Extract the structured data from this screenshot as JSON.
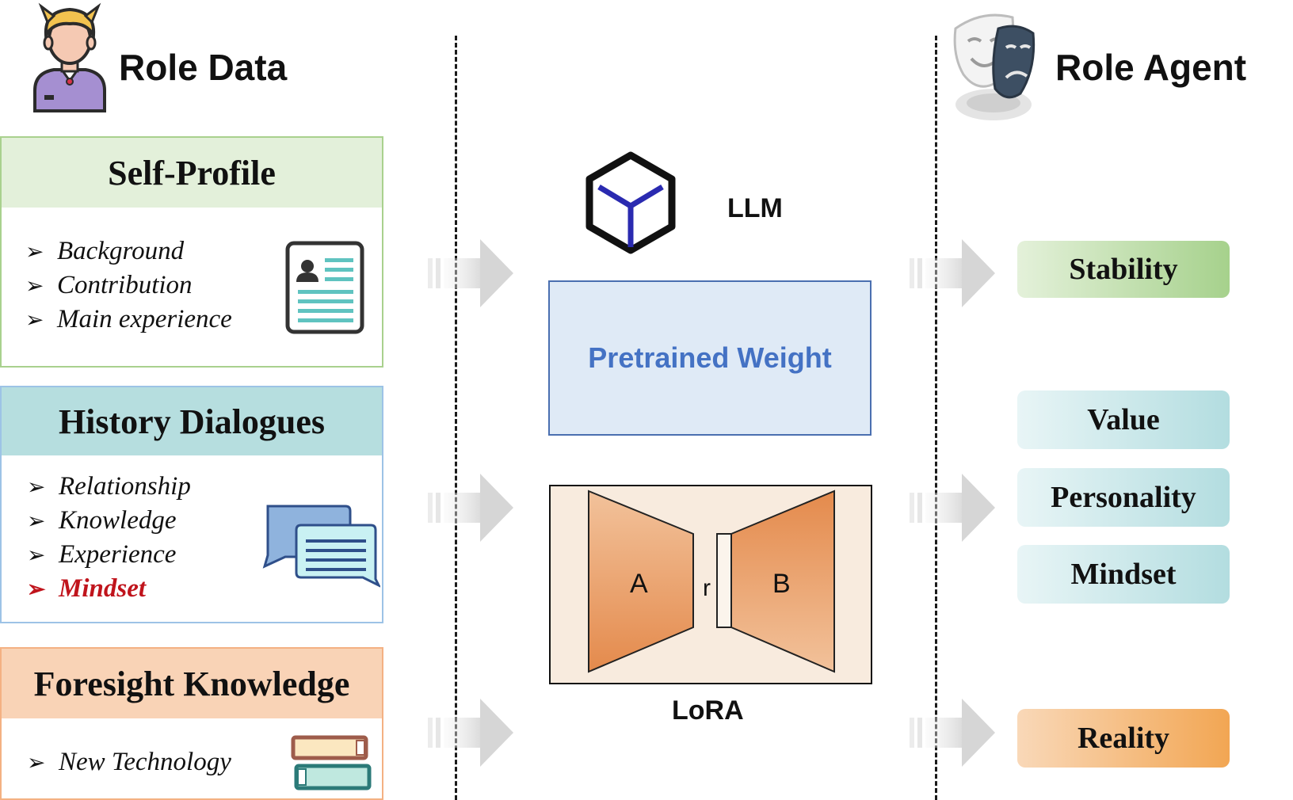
{
  "role_data": {
    "title": "Role Data",
    "self_profile": {
      "title": "Self-Profile",
      "items": [
        "Background",
        "Contribution",
        "Main experience"
      ]
    },
    "history_dialogues": {
      "title": "History Dialogues",
      "items": [
        "Relationship",
        "Knowledge",
        "Experience"
      ],
      "highlight_item": "Mindset"
    },
    "foresight_knowledge": {
      "title": "Foresight Knowledge",
      "items": [
        "New Technology"
      ]
    }
  },
  "model": {
    "llm_label": "LLM",
    "pretrained_label": "Pretrained Weight",
    "lora_label": "LoRA",
    "lora_a": "A",
    "lora_r": "r",
    "lora_b": "B"
  },
  "role_agent": {
    "title": "Role Agent",
    "attributes": [
      "Stability",
      "Value",
      "Personality",
      "Mindset",
      "Reality"
    ]
  },
  "colors": {
    "self_profile_head": "#e3f0da",
    "self_profile_border": "#a9d18e",
    "history_head": "#b6dedf",
    "history_border": "#9dc3e6",
    "foresight_head": "#f9d3b6",
    "foresight_border": "#f4b183",
    "pretrained_fill": "#dfeaf6",
    "pretrained_border": "#4a6fb0",
    "pretrained_text": "#4472c4",
    "lora_bg": "#f8ebde",
    "lora_trapezoid": "#e99c62",
    "highlight_text": "#c0141c"
  },
  "icons": [
    "user-avatar-icon",
    "id-card-icon",
    "chat-bubbles-icon",
    "books-icon",
    "cube-icon",
    "theater-mask-icon",
    "arrow-right-icon"
  ]
}
